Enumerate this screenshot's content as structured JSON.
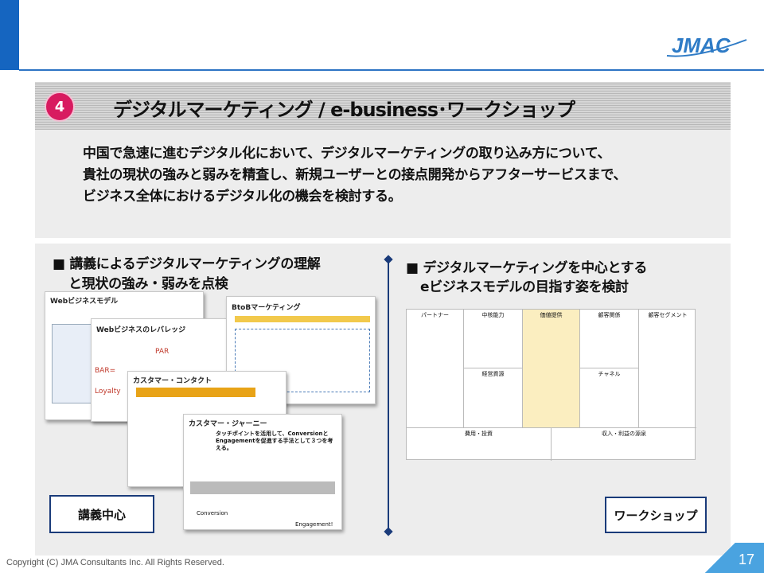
{
  "header": {
    "brand_logo_text": "JMAC"
  },
  "title_band": {
    "number": "4",
    "title": "デジタルマーケティング / e-business･ワークショップ"
  },
  "description": {
    "lines": [
      "中国で急速に進むデジタル化において、デジタルマーケティングの取り込み方について、",
      "貴社の現状の強みと弱みを精査し、新規ユーザーとの接点開発からアフターサービスまで、",
      "ビジネス全体におけるデジタル化の機会を検討する。"
    ]
  },
  "left_section": {
    "heading_line1": "■ 講義によるデジタルマーケティングの理解",
    "heading_line2": "と現状の強み・弱みを点検",
    "label": "講義中心",
    "thumbs": {
      "t1": "Webビジネスモデル",
      "t2": "Webビジネスのレバレッジ",
      "t3": "BtoBマーケティング",
      "t4": "カスタマー・コンタクト",
      "t5": "カスタマー・ジャーニー",
      "t5_text": "タッチポイントを活用して、ConversionとEngagementを促進する手法として３つを考える。",
      "par": "PAR",
      "bar": "BAR=",
      "loyalty": "Loyalty",
      "conversion": "Conversion",
      "engagement": "Engagement!"
    }
  },
  "right_section": {
    "heading_line1": "■ デジタルマーケティングを中心とする",
    "heading_line2": "eビジネスモデルの目指す姿を検討",
    "label": "ワークショップ",
    "canvas_headers": [
      "パートナー",
      "中核能力",
      "価値提供",
      "顧客関係",
      "顧客セグメント"
    ],
    "canvas_sub_headers": [
      "経営資源",
      "チャネル"
    ],
    "canvas_footer_left": "費用・投資",
    "canvas_footer_right": "収入・利益の源泉"
  },
  "footer": {
    "copyright": "Copyright (C) JMA Consultants Inc. All Rights Reserved.",
    "page_number": "17"
  },
  "colors": {
    "accent_blue": "#1565c0",
    "number_badge": "#d81b60",
    "divider_navy": "#1a3b7a",
    "canvas_highlight": "#fbeec0"
  }
}
